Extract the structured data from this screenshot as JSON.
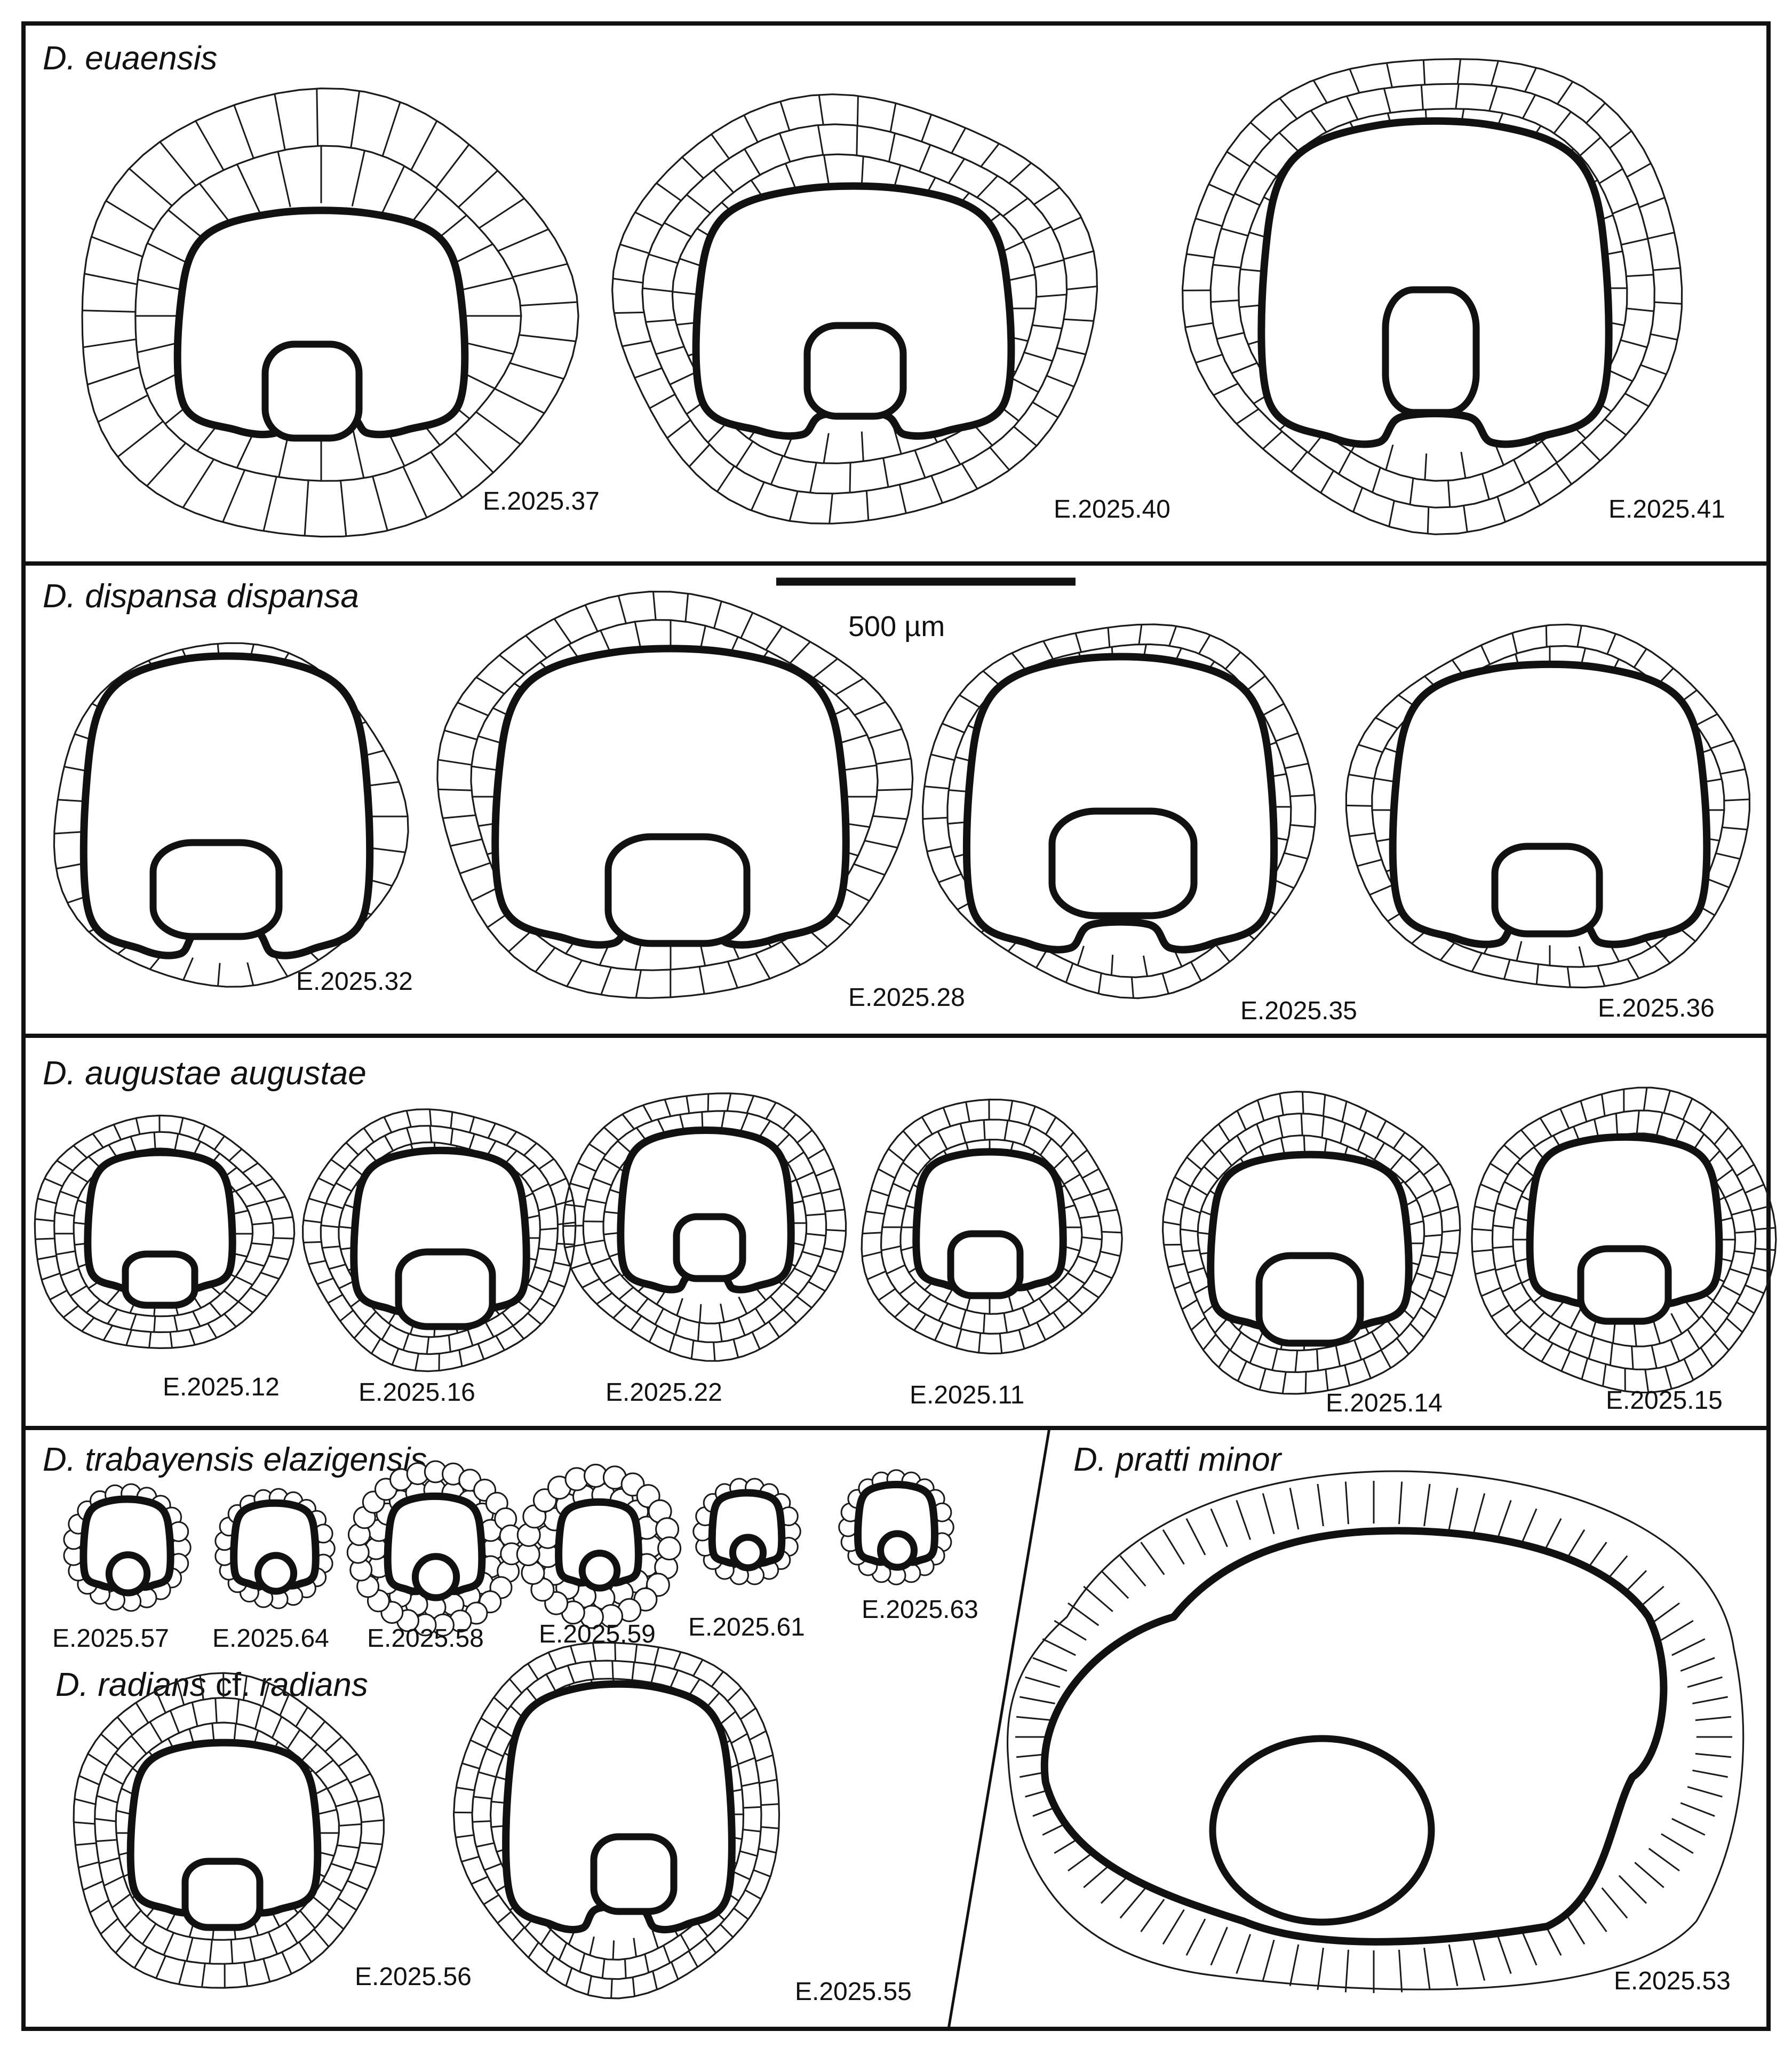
{
  "scale_bar": {
    "label": "500 µm"
  },
  "panels": [
    {
      "id": "panel-1",
      "species": [
        {
          "label": "D. euaensis"
        }
      ],
      "specimens": [
        {
          "label": "E.2025.37",
          "rings": 2
        },
        {
          "label": "E.2025.40",
          "rings": 3
        },
        {
          "label": "E.2025.41",
          "rings": 3
        }
      ]
    },
    {
      "id": "panel-2",
      "species": [
        {
          "label": "D. dispansa dispansa"
        }
      ],
      "specimens": [
        {
          "label": "E.2025.32",
          "rings": 1
        },
        {
          "label": "E.2025.28",
          "rings": 2
        },
        {
          "label": "E.2025.35",
          "rings": 2
        },
        {
          "label": "E.2025.36",
          "rings": 2
        }
      ]
    },
    {
      "id": "panel-3",
      "species": [
        {
          "label": "D. augustae augustae"
        }
      ],
      "specimens": [
        {
          "label": "E.2025.12",
          "rings": 3
        },
        {
          "label": "E.2025.16",
          "rings": 3
        },
        {
          "label": "E.2025.22",
          "rings": 3
        },
        {
          "label": "E.2025.11",
          "rings": 3
        },
        {
          "label": "E.2025.14",
          "rings": 3
        },
        {
          "label": "E.2025.15",
          "rings": 3
        }
      ]
    },
    {
      "id": "panel-4",
      "species": [
        {
          "label": "D. trabayensis elazigensis"
        },
        {
          "label_parts": [
            "D. radians ",
            "cf.",
            " radians"
          ]
        },
        {
          "label": "D. pratti minor"
        }
      ],
      "specimens_trabayensis": [
        {
          "label": "E.2025.57"
        },
        {
          "label": "E.2025.64"
        },
        {
          "label": "E.2025.58"
        },
        {
          "label": "E.2025.59"
        },
        {
          "label": "E.2025.61"
        },
        {
          "label": "E.2025.63"
        }
      ],
      "specimens_radians": [
        {
          "label": "E.2025.56",
          "rings": 3
        },
        {
          "label": "E.2025.55",
          "rings": 3
        }
      ],
      "specimens_pratti": [
        {
          "label": "E.2025.53",
          "rings": 1
        }
      ]
    }
  ]
}
